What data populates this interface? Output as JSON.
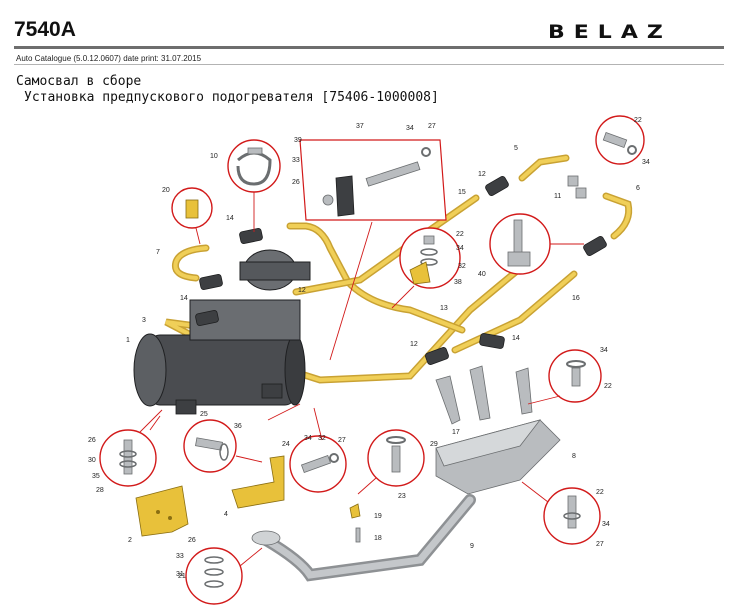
{
  "header": {
    "code": "7540A",
    "brand": "BELAZ",
    "catalogue": "Auto Catalogue (5.0.12.0607)  date print: 31.07.2015"
  },
  "titles": {
    "line1": "Самосвал в сборе",
    "line2": "Установка предпускового подогревателя [75406-1000008]"
  },
  "callouts": [
    "1",
    "2",
    "3",
    "4",
    "5",
    "6",
    "7",
    "8",
    "9",
    "10",
    "11",
    "12",
    "13",
    "14",
    "15",
    "16",
    "17",
    "18",
    "19",
    "20",
    "21",
    "22",
    "23",
    "24",
    "25",
    "26",
    "27",
    "28",
    "29",
    "30",
    "31",
    "32",
    "33",
    "34",
    "35",
    "36",
    "37",
    "38",
    "39",
    "40"
  ]
}
